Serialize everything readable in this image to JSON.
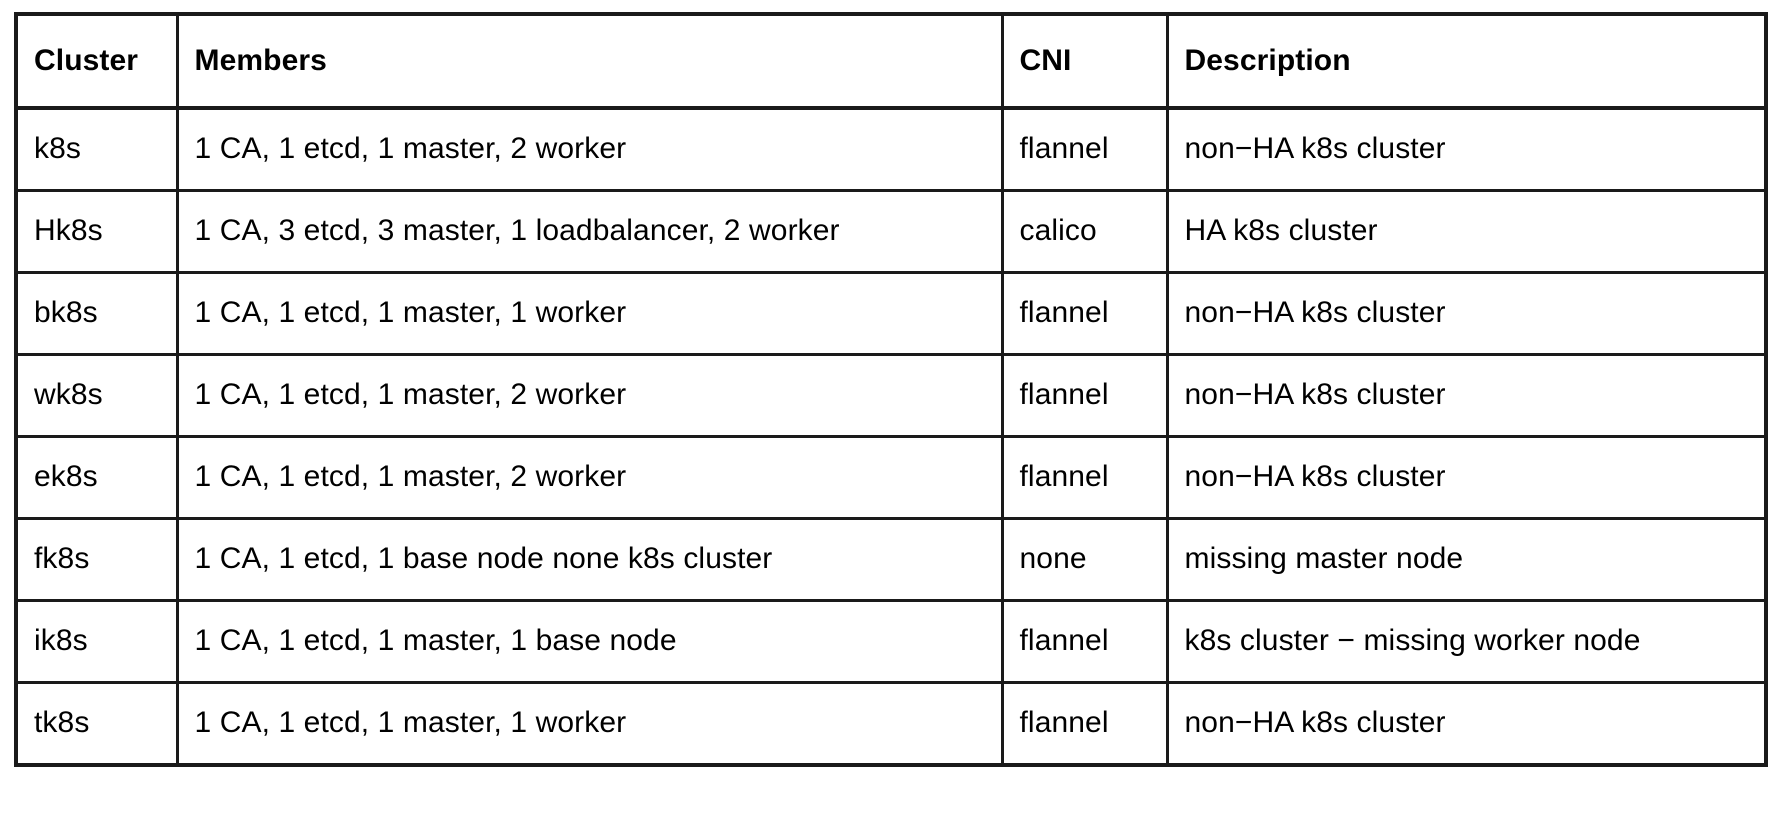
{
  "table": {
    "columns": [
      {
        "key": "cluster",
        "label": "Cluster"
      },
      {
        "key": "members",
        "label": "Members"
      },
      {
        "key": "cni",
        "label": "CNI"
      },
      {
        "key": "description",
        "label": "Description"
      }
    ],
    "rows": [
      {
        "cluster": "k8s",
        "members": "1 CA, 1 etcd, 1 master, 2 worker",
        "cni": "flannel",
        "description": "non−HA k8s cluster"
      },
      {
        "cluster": "Hk8s",
        "members": "1 CA, 3 etcd, 3 master, 1 loadbalancer, 2 worker",
        "cni": "calico",
        "description": "HA k8s cluster"
      },
      {
        "cluster": "bk8s",
        "members": " 1 CA, 1 etcd, 1 master, 1 worker",
        "cni": "flannel",
        "description": "non−HA k8s cluster"
      },
      {
        "cluster": "wk8s",
        "members": "1 CA, 1 etcd, 1 master, 2 worker",
        "cni": "flannel",
        "description": "non−HA k8s cluster"
      },
      {
        "cluster": "ek8s",
        "members": "1 CA, 1 etcd, 1 master, 2 worker",
        "cni": "flannel",
        "description": "non−HA k8s cluster"
      },
      {
        "cluster": "fk8s",
        "members": " 1 CA, 1 etcd, 1 base node none k8s cluster",
        "cni": "none",
        "description": "missing master node"
      },
      {
        "cluster": "ik8s",
        "members": " 1 CA, 1 etcd, 1 master, 1 base node",
        "cni": "flannel",
        "description": "k8s cluster − missing worker node"
      },
      {
        "cluster": "tk8s",
        "members": "1 CA, 1 etcd, 1 master, 1 worker",
        "cni": "flannel",
        "description": "non−HA k8s cluster"
      }
    ]
  },
  "colors": {
    "border": "#1a1a1a",
    "text": "#000000",
    "background": "#ffffff"
  }
}
